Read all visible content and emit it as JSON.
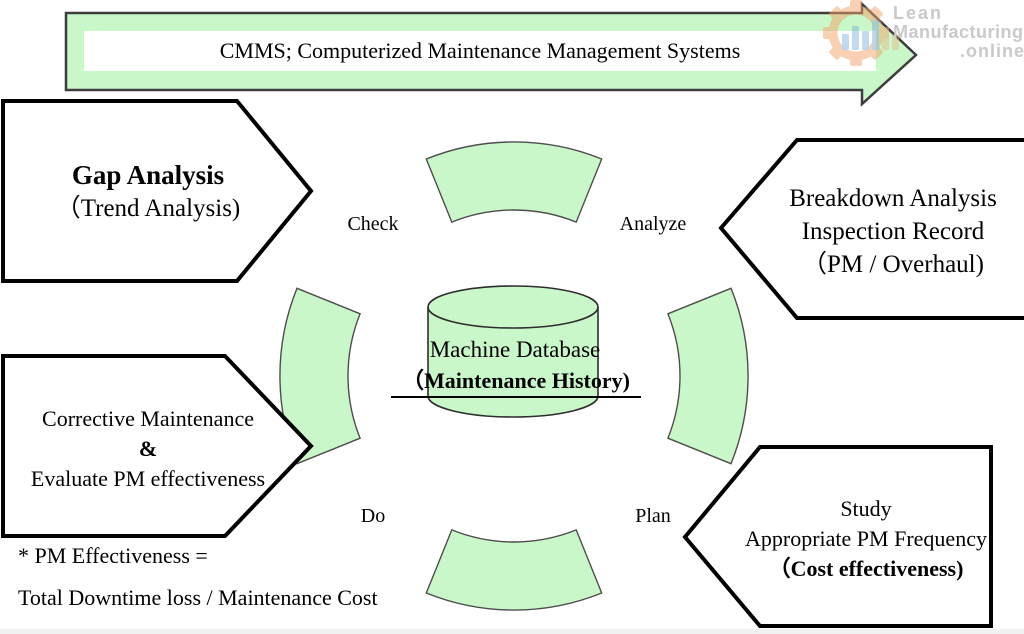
{
  "banner": {
    "title": "CMMS; Computerized Maintenance Management Systems"
  },
  "logo": {
    "line1": "Lean",
    "line2": "Manufacturing",
    "line3": ".online"
  },
  "boxes": {
    "gap": {
      "line1": "Gap Analysis",
      "line2": "（Trend Analysis)"
    },
    "breakdown": {
      "line1": "Breakdown Analysis",
      "line2": "Inspection Record",
      "line3": "（PM / Overhaul)"
    },
    "corrective": {
      "line1": "Corrective Maintenance",
      "line2": "&",
      "line3": "Evaluate PM effectiveness"
    },
    "study": {
      "line1": "Study",
      "line2": "Appropriate PM Frequency",
      "line3": "（Cost effectiveness)"
    }
  },
  "cycle": {
    "check": "Check",
    "analyze": "Analyze",
    "do": "Do",
    "plan": "Plan"
  },
  "database": {
    "line1": "Machine Database",
    "line2": "（Maintenance History)"
  },
  "footnote": {
    "line1": "* PM Effectiveness =",
    "line2": "Total Downtime loss / Maintenance Cost"
  },
  "colors": {
    "green": "#c9f7ca",
    "outline": "#000000",
    "arc_stroke": "#4d4d4d",
    "logo_gray": "#c9c9c9",
    "logo_orange": "#f2a269",
    "logo_blue": "#6fa8dc"
  }
}
